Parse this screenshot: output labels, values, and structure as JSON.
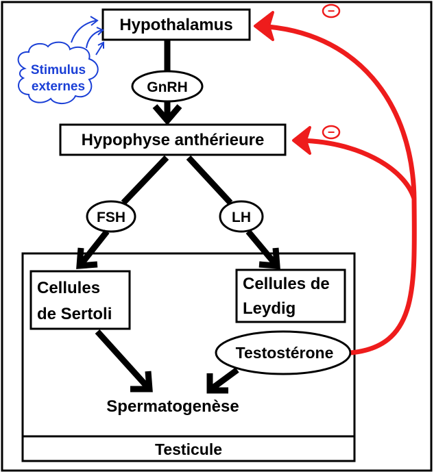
{
  "nodes": {
    "hypothalamus": "Hypothalamus",
    "gnrh": "GnRH",
    "hypophyse": "Hypophyse anthérieure",
    "fsh": "FSH",
    "lh": "LH",
    "sertoli_line1": "Cellules",
    "sertoli_line2": "de Sertoli",
    "leydig_line1": "Cellules de",
    "leydig_line2": "Leydig",
    "testosterone": "Testostérone",
    "spermatogenese": "Spermatogenèse",
    "testicule": "Testicule"
  },
  "stimulus": {
    "line1": "Stimulus",
    "line2": "externes"
  },
  "feedback": {
    "sign": "−"
  },
  "colors": {
    "feedback": "#ee1c1c",
    "stimulus": "#1a3fd6",
    "main": "#000000"
  }
}
